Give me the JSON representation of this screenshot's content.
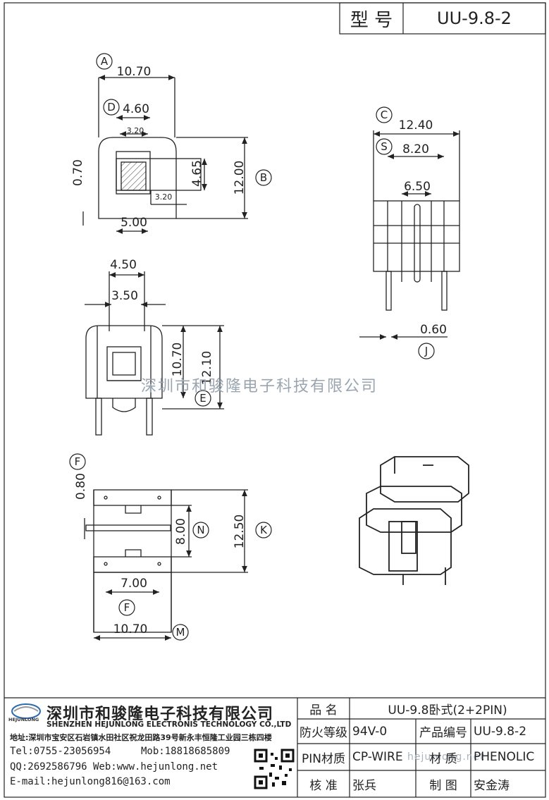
{
  "title_block": {
    "type_label": "型 号",
    "type_value": "UU-9.8-2"
  },
  "dimensions": {
    "top_left": [
      "10.70",
      "4.60",
      "3.20",
      "0.70",
      "4.65",
      "12.00",
      "3.20",
      "5.00"
    ],
    "mid_left": [
      "4.50",
      "3.50",
      "10.70",
      "12.10"
    ],
    "bottom_left": [
      "0.80",
      "8.00",
      "12.50",
      "7.00",
      "10.70"
    ],
    "right": [
      "12.40",
      "8.20",
      "6.50",
      "0.60"
    ]
  },
  "labels": {
    "A": "A",
    "B": "B",
    "C": "C",
    "D": "D",
    "E": "E",
    "F1": "F",
    "F2": "F",
    "J": "J",
    "K": "K",
    "M": "M",
    "N": "N",
    "S": "S"
  },
  "watermark": "深圳市和骏隆电子科技有限公司",
  "watermark_url": "hejunlong.net",
  "company": {
    "name_cn": "深圳市和骏隆电子科技有限公司",
    "name_en": "SHENZHEN HEJUNLONG ELECTRONIS TECHNOLOGY CO.,LTD",
    "address": "地址:深圳市宝安区石岩镇水田社区祝龙田路39号新永丰恒隆工业园三栋四楼",
    "tel": "Tel:0755-23056954",
    "mob": "Mob:18818685809",
    "qq_web": "QQ:2692586796 Web:www.hejunlong.net",
    "email": "E-mail:hejunlong816@163.com",
    "logo_text": "HEJUNLONG"
  },
  "spec_table": {
    "name_label": "品  名",
    "name_value": "UU-9.8卧式(2+2PIN)",
    "fire_label": "防火等级",
    "fire_value": "94V-0",
    "code_label": "产品编号",
    "code_value": "UU-9.8-2",
    "pin_label": "PIN材质",
    "pin_value": "CP-WIRE",
    "material_label": "材  质",
    "material_value": "PHENOLIC",
    "check_label": "核  准",
    "check_value": "张兵",
    "draw_label": "制  图",
    "draw_value": "安金涛"
  }
}
